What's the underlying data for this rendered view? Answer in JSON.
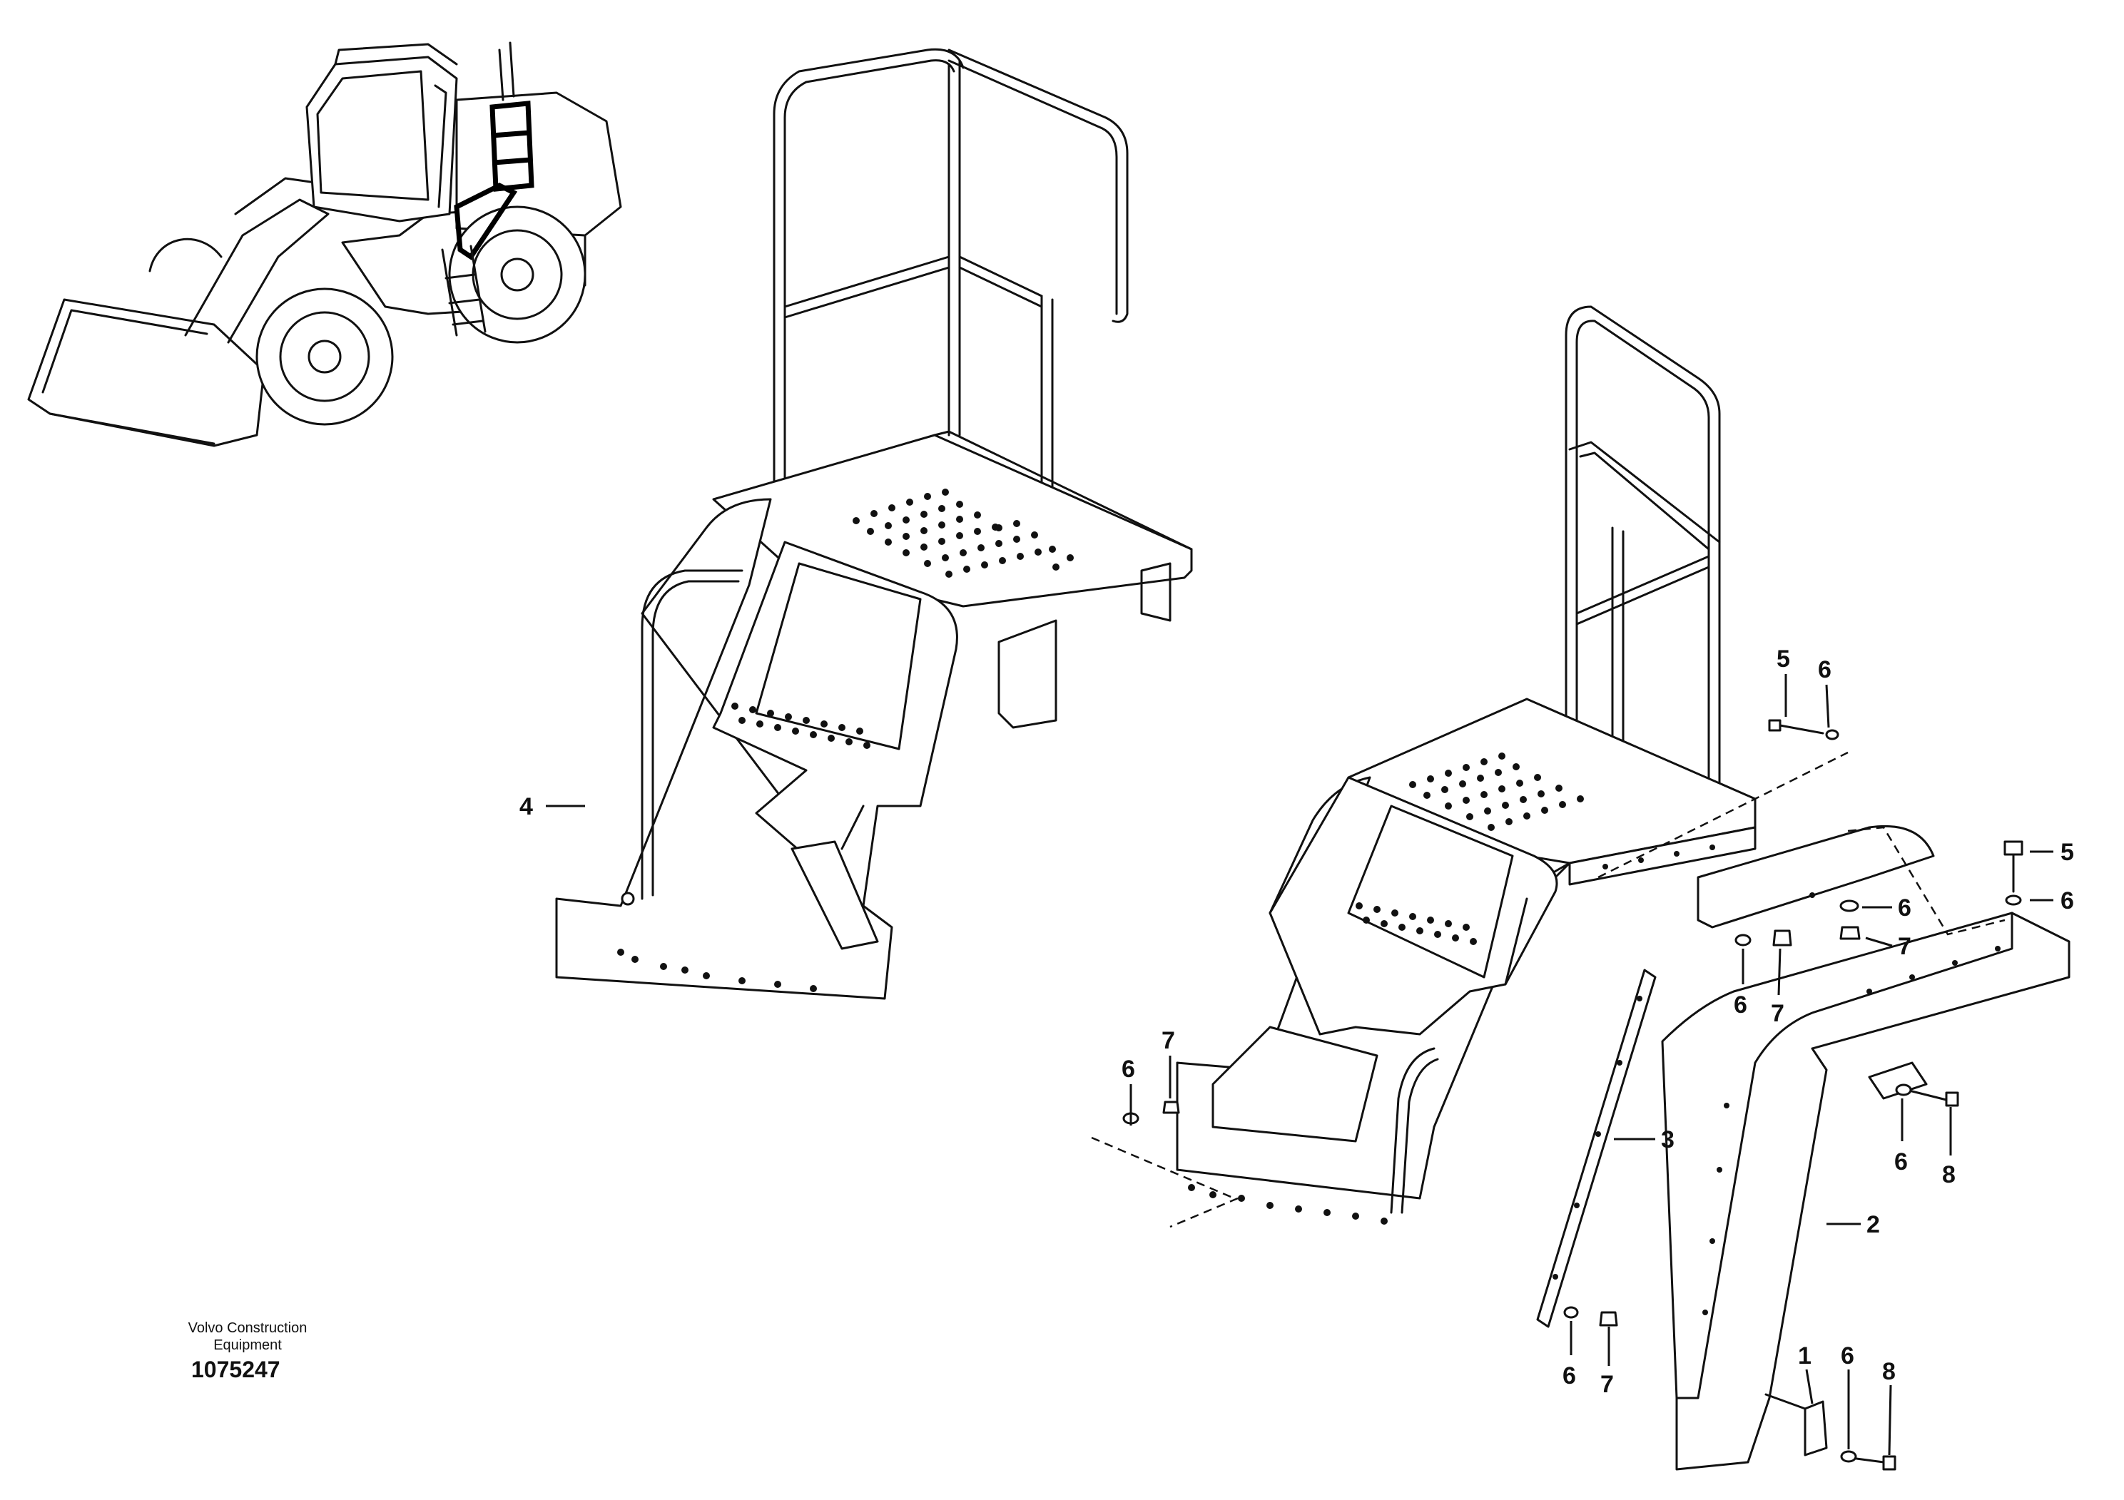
{
  "credit": {
    "line1": "Volvo Construction",
    "line2": "Equipment",
    "doc_number": "1075247"
  },
  "callouts": [
    {
      "id": "c4",
      "text": "4"
    },
    {
      "id": "c5a",
      "text": "5"
    },
    {
      "id": "c6a",
      "text": "6"
    },
    {
      "id": "c5b",
      "text": "5"
    },
    {
      "id": "c6b",
      "text": "6"
    },
    {
      "id": "c6c",
      "text": "6"
    },
    {
      "id": "c7c",
      "text": "7"
    },
    {
      "id": "c6d",
      "text": "6"
    },
    {
      "id": "c7d",
      "text": "7"
    },
    {
      "id": "c6e",
      "text": "6"
    },
    {
      "id": "c7e",
      "text": "7"
    },
    {
      "id": "c3",
      "text": "3"
    },
    {
      "id": "c6f",
      "text": "6"
    },
    {
      "id": "c8f",
      "text": "8"
    },
    {
      "id": "c2",
      "text": "2"
    },
    {
      "id": "c6g",
      "text": "6"
    },
    {
      "id": "c7g",
      "text": "7"
    },
    {
      "id": "c1",
      "text": "1"
    },
    {
      "id": "c6h",
      "text": "6"
    },
    {
      "id": "c8h",
      "text": "8"
    }
  ]
}
